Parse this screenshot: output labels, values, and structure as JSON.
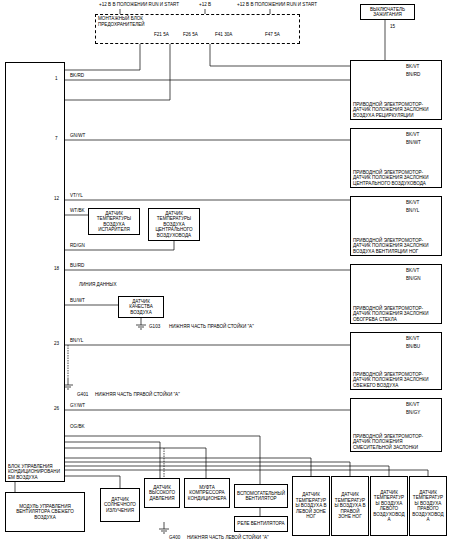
{
  "diagram": {
    "nodes": [
      {
        "text": [
          "МОНТАЖНЫЙ БЛОК ПРЕДОХРАНИТЕЛЕЙ"
        ]
      },
      {
        "text": [
          "ВЫКЛЮЧАТЕЛЬ ЗАЖИГАНИЯ"
        ]
      },
      {
        "text": [
          "БЛОК УПРАВЛЕНИЯ КОНДИЦИОНИРОВАНИЕМ ВОЗДУХА"
        ]
      },
      {
        "text": [
          "МОДУЛЬ УПРАВЛЕНИЯ ВЕНТИЛЯТОРА СВЕЖЕГО ВОЗДУХА"
        ]
      },
      {
        "text": [
          "ПРИВОДНОЙ ЭЛЕКТРОМОТОР-ДАТЧИК ПОЛОЖЕНИЯ ЗАСЛОНКИ ВОЗДУХА РЕЦИРКУЛЯЦИИ"
        ]
      },
      {
        "text": [
          "ПРИВОДНОЙ ЭЛЕКТРОМОТОР-ДАТЧИК ПОЛОЖЕНИЯ ЗАСЛОНКИ ЦЕНТРАЛЬНОГО ВОЗДУХОВОДА"
        ]
      },
      {
        "text": [
          "ПРИВОДНОЙ ЭЛЕКТРОМОТОР-ДАТЧИК ПОЛОЖЕНИЯ ЗАСЛОНКИ ВОЗДУХА ВЕНТИЛЯЦИИ НОГ"
        ]
      },
      {
        "text": [
          "ПРИВОДНОЙ ЭЛЕКТРОМОТОР-ДАТЧИК ПОЛОЖЕНИЯ ЗАСЛОНКИ ОБОГРЕВА СТЕКЛА"
        ]
      },
      {
        "text": [
          "ПРИВОДНОЙ ЭЛЕКТРОМОТОР-ДАТЧИК ПОЛОЖЕНИЯ ЗАСЛОНКИ СВЕЖЕГО ВОЗДУХА"
        ]
      },
      {
        "text": [
          "ПРИВОДНОЙ ЭЛЕКТРОМОТОР-ДАТЧИК ПОЛОЖЕНИЯ СМЕСИТЕЛЬНОЙ ЗАСЛОНКИ"
        ]
      },
      {
        "text": [
          "ДАТЧИК ТЕМПЕРАТУРЫ ВОЗДУХА ИСПАРИТЕЛЯ"
        ]
      },
      {
        "text": [
          "ДАТЧИК ТЕМПЕРАТУРЫ ВОЗДУХА ЦЕНТРАЛЬНОГО ВОЗДУХОВОДА"
        ]
      },
      {
        "text": [
          "ДАТЧИК КАЧЕСТВА ВОЗДУХА"
        ]
      },
      {
        "text": [
          "ДАТЧИК ВЫСОКОГО ДАВЛЕНИЯ"
        ]
      },
      {
        "text": [
          "МУФТА КОМПРЕССОРА КОНДИЦИОНЕРА"
        ]
      },
      {
        "text": [
          "ВСПОМОГАТЕЛЬНЫЙ ВЕНТИЛЯТОР"
        ]
      },
      {
        "text": [
          "РЕЛЕ ВЕНТИЛЯТОРА"
        ]
      },
      {
        "text": [
          "ДАТЧИК ТЕМПЕРАТУРЫ ВОЗДУХА В ЛЕВОЙ ЗОНЕ НОГ"
        ]
      },
      {
        "text": [
          "ДАТЧИК ТЕМПЕРАТУРЫ ВОЗДУХА В ПРАВОЙ ЗОНЕ НОГ"
        ]
      },
      {
        "text": [
          "ДАТЧИК ТЕМПЕРАТУРЫ ВОЗДУХА ЛЕВОГО ВОЗДУХОВОДА"
        ]
      },
      {
        "text": [
          "ДАТЧИК ТЕМПЕРАТУРЫ ВОЗДУХА ПРАВОГО ВОЗДУХОВОДА"
        ]
      },
      {
        "text": [
          "ДАТЧИК СОЛНЕЧНОГО ИЗЛУЧЕНИЯ"
        ]
      }
    ],
    "edges": [
      {
        "from": 0,
        "to": 2,
        "arrow": "none"
      },
      {
        "from": 0,
        "to": 2,
        "arrow": "none"
      },
      {
        "from": 0,
        "to": 4,
        "arrow": "none"
      },
      {
        "from": 1,
        "to": 4,
        "arrow": "none"
      },
      {
        "from": 2,
        "to": 4,
        "arrow": "none"
      },
      {
        "from": 2,
        "to": 5,
        "arrow": "none"
      },
      {
        "from": 2,
        "to": 6,
        "arrow": "none"
      },
      {
        "from": 2,
        "to": 7,
        "arrow": "none"
      },
      {
        "from": 2,
        "to": 8,
        "arrow": "none"
      },
      {
        "from": 2,
        "to": 9,
        "arrow": "none"
      },
      {
        "from": 2,
        "to": 10,
        "arrow": "none"
      },
      {
        "from": 2,
        "to": 11,
        "arrow": "none"
      },
      {
        "from": 2,
        "to": 12,
        "arrow": "none"
      },
      {
        "from": 2,
        "to": 13,
        "arrow": "none"
      },
      {
        "from": 2,
        "to": 14,
        "arrow": "none"
      },
      {
        "from": 2,
        "to": 15,
        "arrow": "none"
      },
      {
        "from": 15,
        "to": 16,
        "arrow": "none"
      },
      {
        "from": 2,
        "to": 21,
        "arrow": "none"
      },
      {
        "from": 2,
        "to": 17,
        "arrow": "none"
      },
      {
        "from": 2,
        "to": 18,
        "arrow": "none"
      },
      {
        "from": 2,
        "to": 19,
        "arrow": "none"
      },
      {
        "from": 2,
        "to": 20,
        "arrow": "none"
      },
      {
        "from": 2,
        "to": 3,
        "arrow": "none"
      }
    ],
    "labels": [
      "+12 В В ПОЛОЖЕНИИ RUN И START",
      "+12 В",
      "+12 В В ПОЛОЖЕНИИ RUN И START",
      "F21 5A",
      "F26 5A",
      "F41 30A",
      "F47 5A",
      "15",
      "BK/RD",
      "GN/WT",
      "VT/YL",
      "WT/BK",
      "RD/GN",
      "BU/RD",
      "BU/WT",
      "BN/YL",
      "GY/WT",
      "OG/BK",
      "1",
      "7",
      "12",
      "18",
      "23",
      "26",
      "ЛИНИЯ ДАННЫХ",
      "G103",
      "НИЖНЯЯ ЧАСТЬ ПРАВОЙ СТОЙКИ \"А\"",
      "G401",
      "НИЖНЯЯ ЧАСТЬ ПРАВОЙ СТОЙКИ \"А\"",
      "G400",
      "НИЖНЯЯ ЧАСТЬ ЛЕВОЙ СТОЙКИ \"А\"",
      "BK/VT",
      "BN/RD",
      "BK/VT",
      "BN/WT",
      "BK/VT",
      "BN/YL",
      "BK/VT",
      "BN/GN",
      "BK/VT",
      "BN/BU",
      "BK/VT",
      "BN/GY"
    ]
  }
}
